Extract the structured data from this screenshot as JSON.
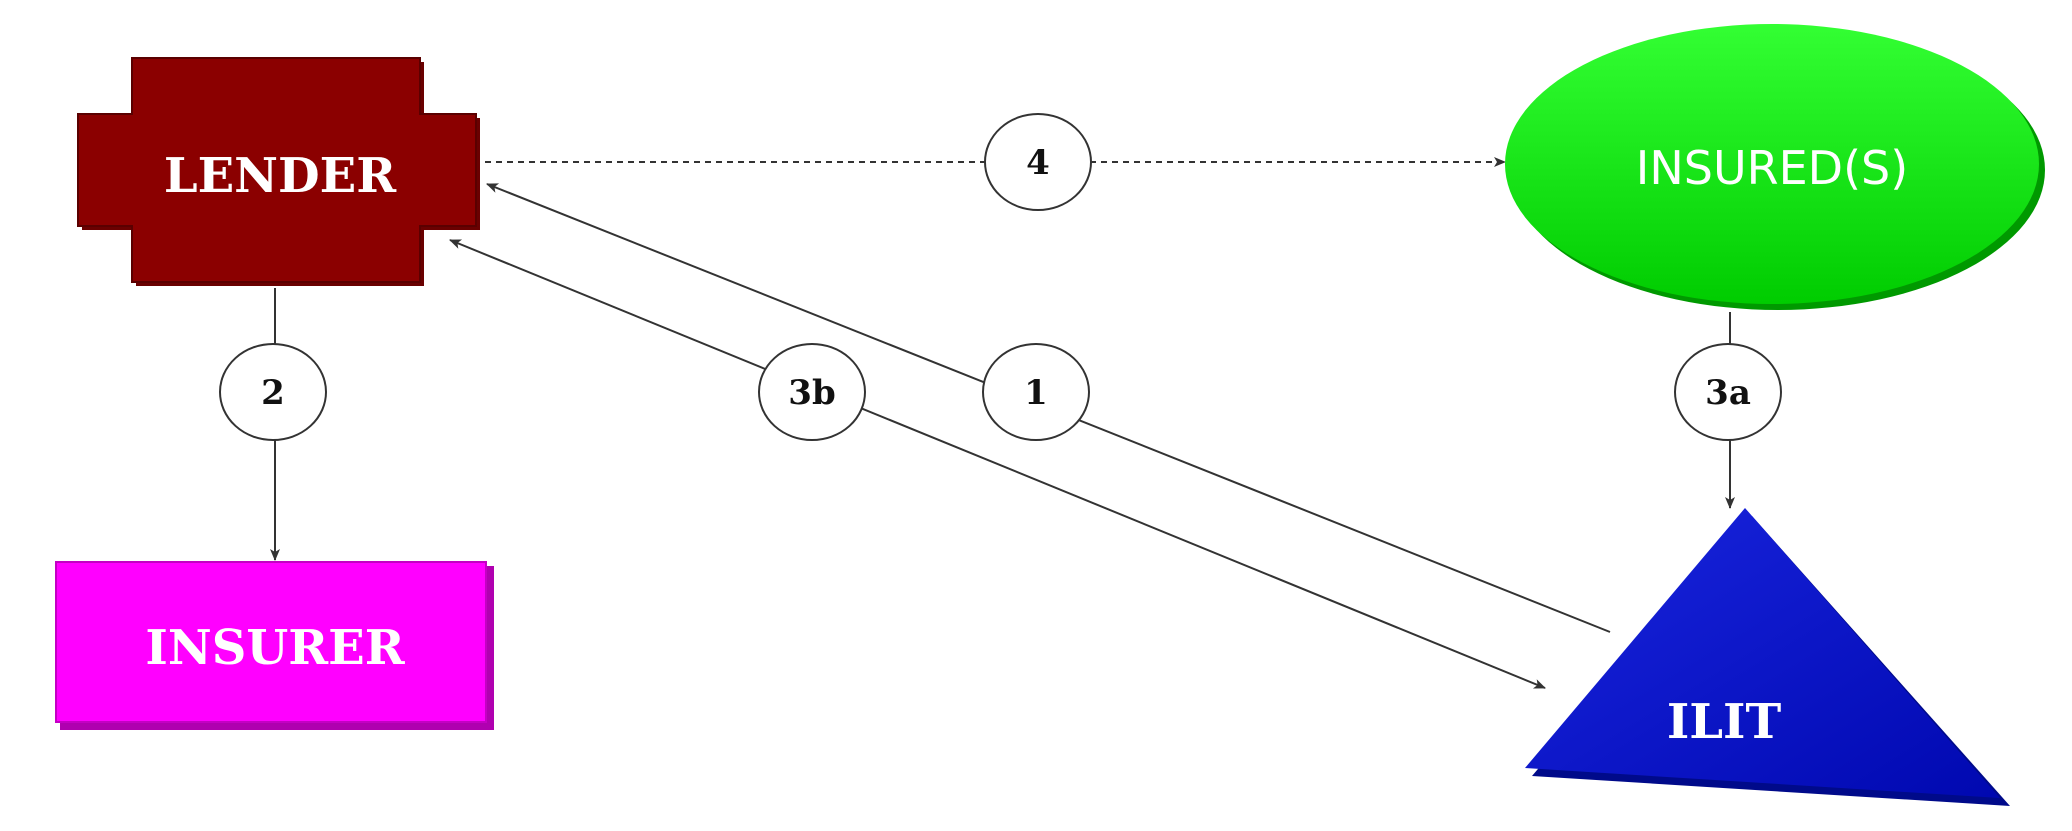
{
  "nodes": {
    "lender": {
      "label": "LENDER",
      "color": "#8B0000"
    },
    "insurer": {
      "label": "INSURER",
      "color": "#FF00FF"
    },
    "insured": {
      "label": "INSURED(S)",
      "color": "#00E600"
    },
    "ilit": {
      "label": "ILIT",
      "color": "#0A14D2"
    }
  },
  "steps": {
    "s1": "1",
    "s2": "2",
    "s3a": "3a",
    "s3b": "3b",
    "s4": "4"
  },
  "edges": [
    {
      "from": "ilit",
      "to": "lender",
      "step": "1",
      "style": "solid"
    },
    {
      "from": "lender",
      "to": "insurer",
      "step": "2",
      "style": "solid"
    },
    {
      "from": "insured",
      "to": "ilit",
      "step": "3a",
      "style": "solid"
    },
    {
      "from": "lender",
      "to": "ilit",
      "step": "3b",
      "style": "solid",
      "bidirectional": true
    },
    {
      "from": "lender",
      "to": "insured",
      "step": "4",
      "style": "dashed"
    }
  ]
}
